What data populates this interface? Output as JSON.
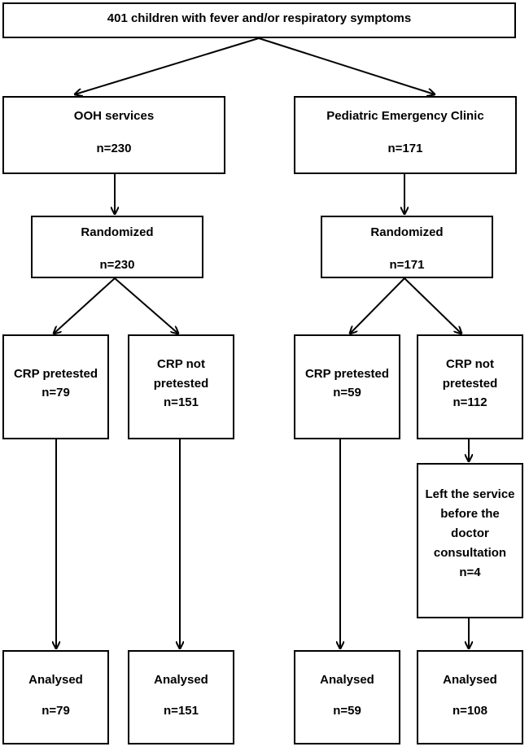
{
  "top": {
    "label": "401 children with fever and/or respiratory symptoms"
  },
  "left_branch": {
    "service": {
      "title": "OOH services",
      "n": "n=230"
    },
    "randomized": {
      "title": "Randomized",
      "n": "n=230"
    },
    "pretested": {
      "title": "CRP pretested",
      "n": "n=79"
    },
    "not_pretested": {
      "line1": "CRP not",
      "line2": "pretested",
      "n": "n=151"
    },
    "analysed_pretested": {
      "title": "Analysed",
      "n": "n=79"
    },
    "analysed_not_pretested": {
      "title": "Analysed",
      "n": "n=151"
    }
  },
  "right_branch": {
    "service": {
      "title": "Pediatric Emergency Clinic",
      "n": "n=171"
    },
    "randomized": {
      "title": "Randomized",
      "n": "n=171"
    },
    "pretested": {
      "title": "CRP pretested",
      "n": "n=59"
    },
    "not_pretested": {
      "line1": "CRP not",
      "line2": "pretested",
      "n": "n=112"
    },
    "left_service": {
      "line1": "Left the service",
      "line2": "before the",
      "line3": "doctor",
      "line4": "consultation",
      "n": "n=4"
    },
    "analysed_pretested": {
      "title": "Analysed",
      "n": "n=59"
    },
    "analysed_not_pretested": {
      "title": "Analysed",
      "n": "n=108"
    }
  }
}
